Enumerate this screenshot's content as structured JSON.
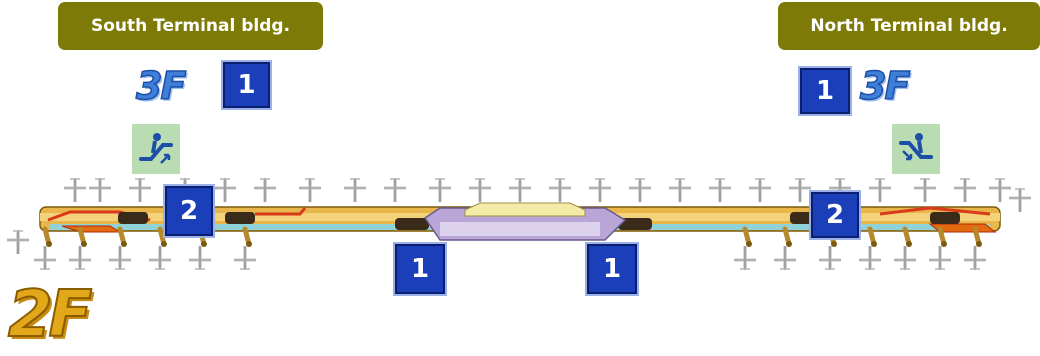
{
  "buildings": {
    "south": {
      "label": "South Terminal bldg.",
      "floor_3f": "3F"
    },
    "north": {
      "label": "North Terminal bldg.",
      "floor_3f": "3F"
    }
  },
  "floor_2f": "2F",
  "markers": {
    "south_3f": "1",
    "north_3f": "1",
    "south_2f": "2",
    "north_2f": "2",
    "center_left": "1",
    "center_right": "1"
  },
  "icons": {
    "south": "escalator-up-icon",
    "north": "escalator-down-icon"
  },
  "colors": {
    "building_tag": "#7d7a08",
    "marker": "#1a3fb8",
    "concourse": "#f2c14e",
    "walkway": "#d93a1a",
    "central_hall": "#b9a6d6",
    "icon_bg": "#b9dcb2",
    "floor_3f": "#3f7fd8",
    "floor_2f": "#e3a81a"
  }
}
